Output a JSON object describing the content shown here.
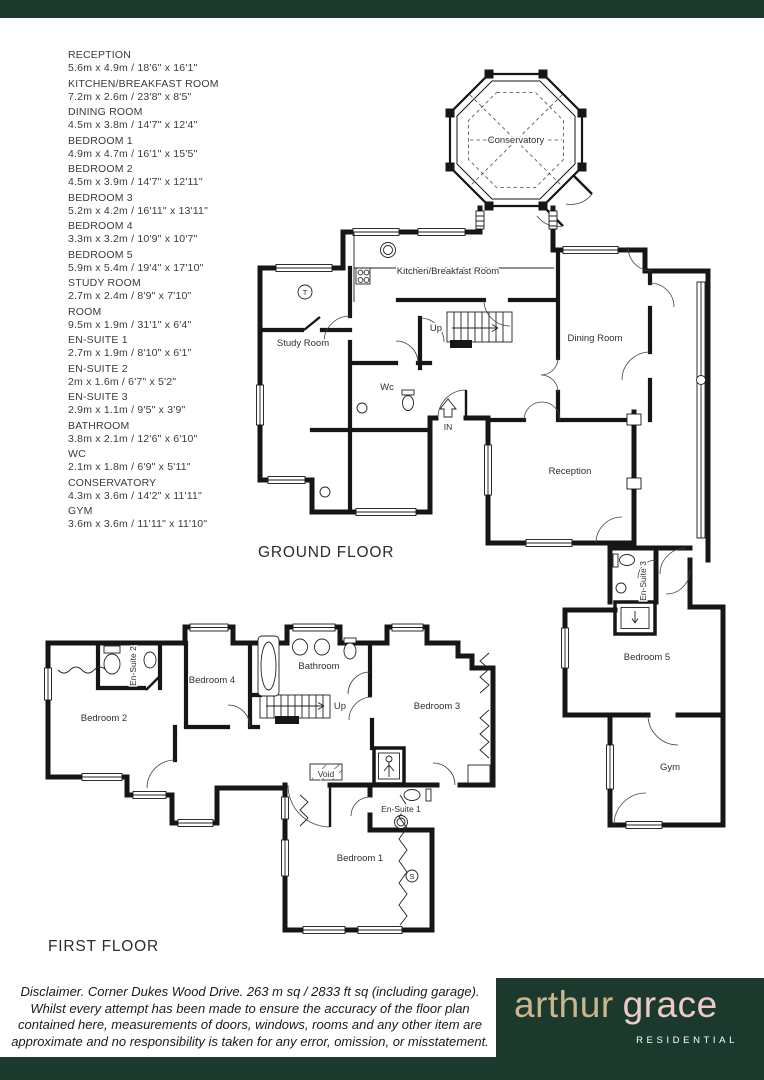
{
  "room_list": [
    {
      "name": "RECEPTION",
      "dims": "5.6m x 4.9m / 18'6\" x 16'1\""
    },
    {
      "name": "KITCHEN/BREAKFAST ROOM",
      "dims": "7.2m x 2.6m / 23'8\" x 8'5\""
    },
    {
      "name": "DINING ROOM",
      "dims": "4.5m x 3.8m / 14'7\" x 12'4\""
    },
    {
      "name": "BEDROOM 1",
      "dims": "4.9m x 4.7m / 16'1\" x 15'5\""
    },
    {
      "name": "BEDROOM 2",
      "dims": "4.5m x 3.9m / 14'7\" x 12'11\""
    },
    {
      "name": "BEDROOM 3",
      "dims": "5.2m x 4.2m / 16'11\" x 13'11\""
    },
    {
      "name": "BEDROOM 4",
      "dims": "3.3m x 3.2m / 10'9\" x 10'7\""
    },
    {
      "name": "BEDROOM 5",
      "dims": "5.9m x 5.4m / 19'4\" x 17'10\""
    },
    {
      "name": "STUDY ROOM",
      "dims": "2.7m x 2.4m / 8'9\" x 7'10\""
    },
    {
      "name": "ROOM",
      "dims": "9.5m x 1.9m / 31'1\" x 6'4\""
    },
    {
      "name": "EN-SUITE 1",
      "dims": "2.7m x 1.9m / 8'10\" x 6'1\""
    },
    {
      "name": "EN-SUITE 2",
      "dims": "2m x 1.6m / 6'7\" x 5'2\""
    },
    {
      "name": "EN-SUITE 3",
      "dims": "2.9m x 1.1m / 9'5\" x 3'9\""
    },
    {
      "name": "BATHROOM",
      "dims": "3.8m x 2.1m / 12'6\" x 6'10\""
    },
    {
      "name": "WC",
      "dims": "2.1m x 1.8m / 6'9\" x 5'11\""
    },
    {
      "name": "CONSERVATORY",
      "dims": "4.3m x 3.6m / 14'2\" x 11'11\""
    },
    {
      "name": "GYM",
      "dims": "3.6m x 3.6m / 11'11\" x 11'10\""
    }
  ],
  "ground_floor": {
    "title": "GROUND FLOOR",
    "rooms": {
      "conservatory": "Conservatory",
      "kitchen": "Kitchen/Breakfast Room",
      "study": "Study Room",
      "wc": "Wc",
      "up": "Up",
      "in": "IN",
      "dining": "Dining Room",
      "reception": "Reception",
      "ensuite3": "En-Suite 3",
      "bedroom5": "Bedroom 5",
      "gym": "Gym"
    },
    "symbols": {
      "t": "T"
    }
  },
  "first_floor": {
    "title": "FIRST FLOOR",
    "rooms": {
      "bedroom2": "Bedroom 2",
      "ensuite2": "En-Suite 2",
      "bedroom4": "Bedroom 4",
      "bathroom": "Bathroom",
      "up": "Up",
      "void": "Void",
      "bedroom3": "Bedroom 3",
      "ensuite1": "En-Suite 1",
      "bedroom1": "Bedroom 1"
    },
    "symbols": {
      "s": "S"
    }
  },
  "disclaimer": "Disclaimer. Corner Dukes Wood Drive. 263 m sq / 2833 ft sq (including garage). Whilst every attempt has been made to ensure the accuracy of the floor plan contained here, measurements of doors, windows, rooms and any other item are approximate and no responsibility is taken for any error, omission, or misstatement.",
  "brand": {
    "name_first": "arthur",
    "name_second": "grace",
    "tagline": "RESIDENTIAL",
    "green": "#1b392c",
    "gold": "#ccb78c",
    "pink": "#eccbc6"
  }
}
